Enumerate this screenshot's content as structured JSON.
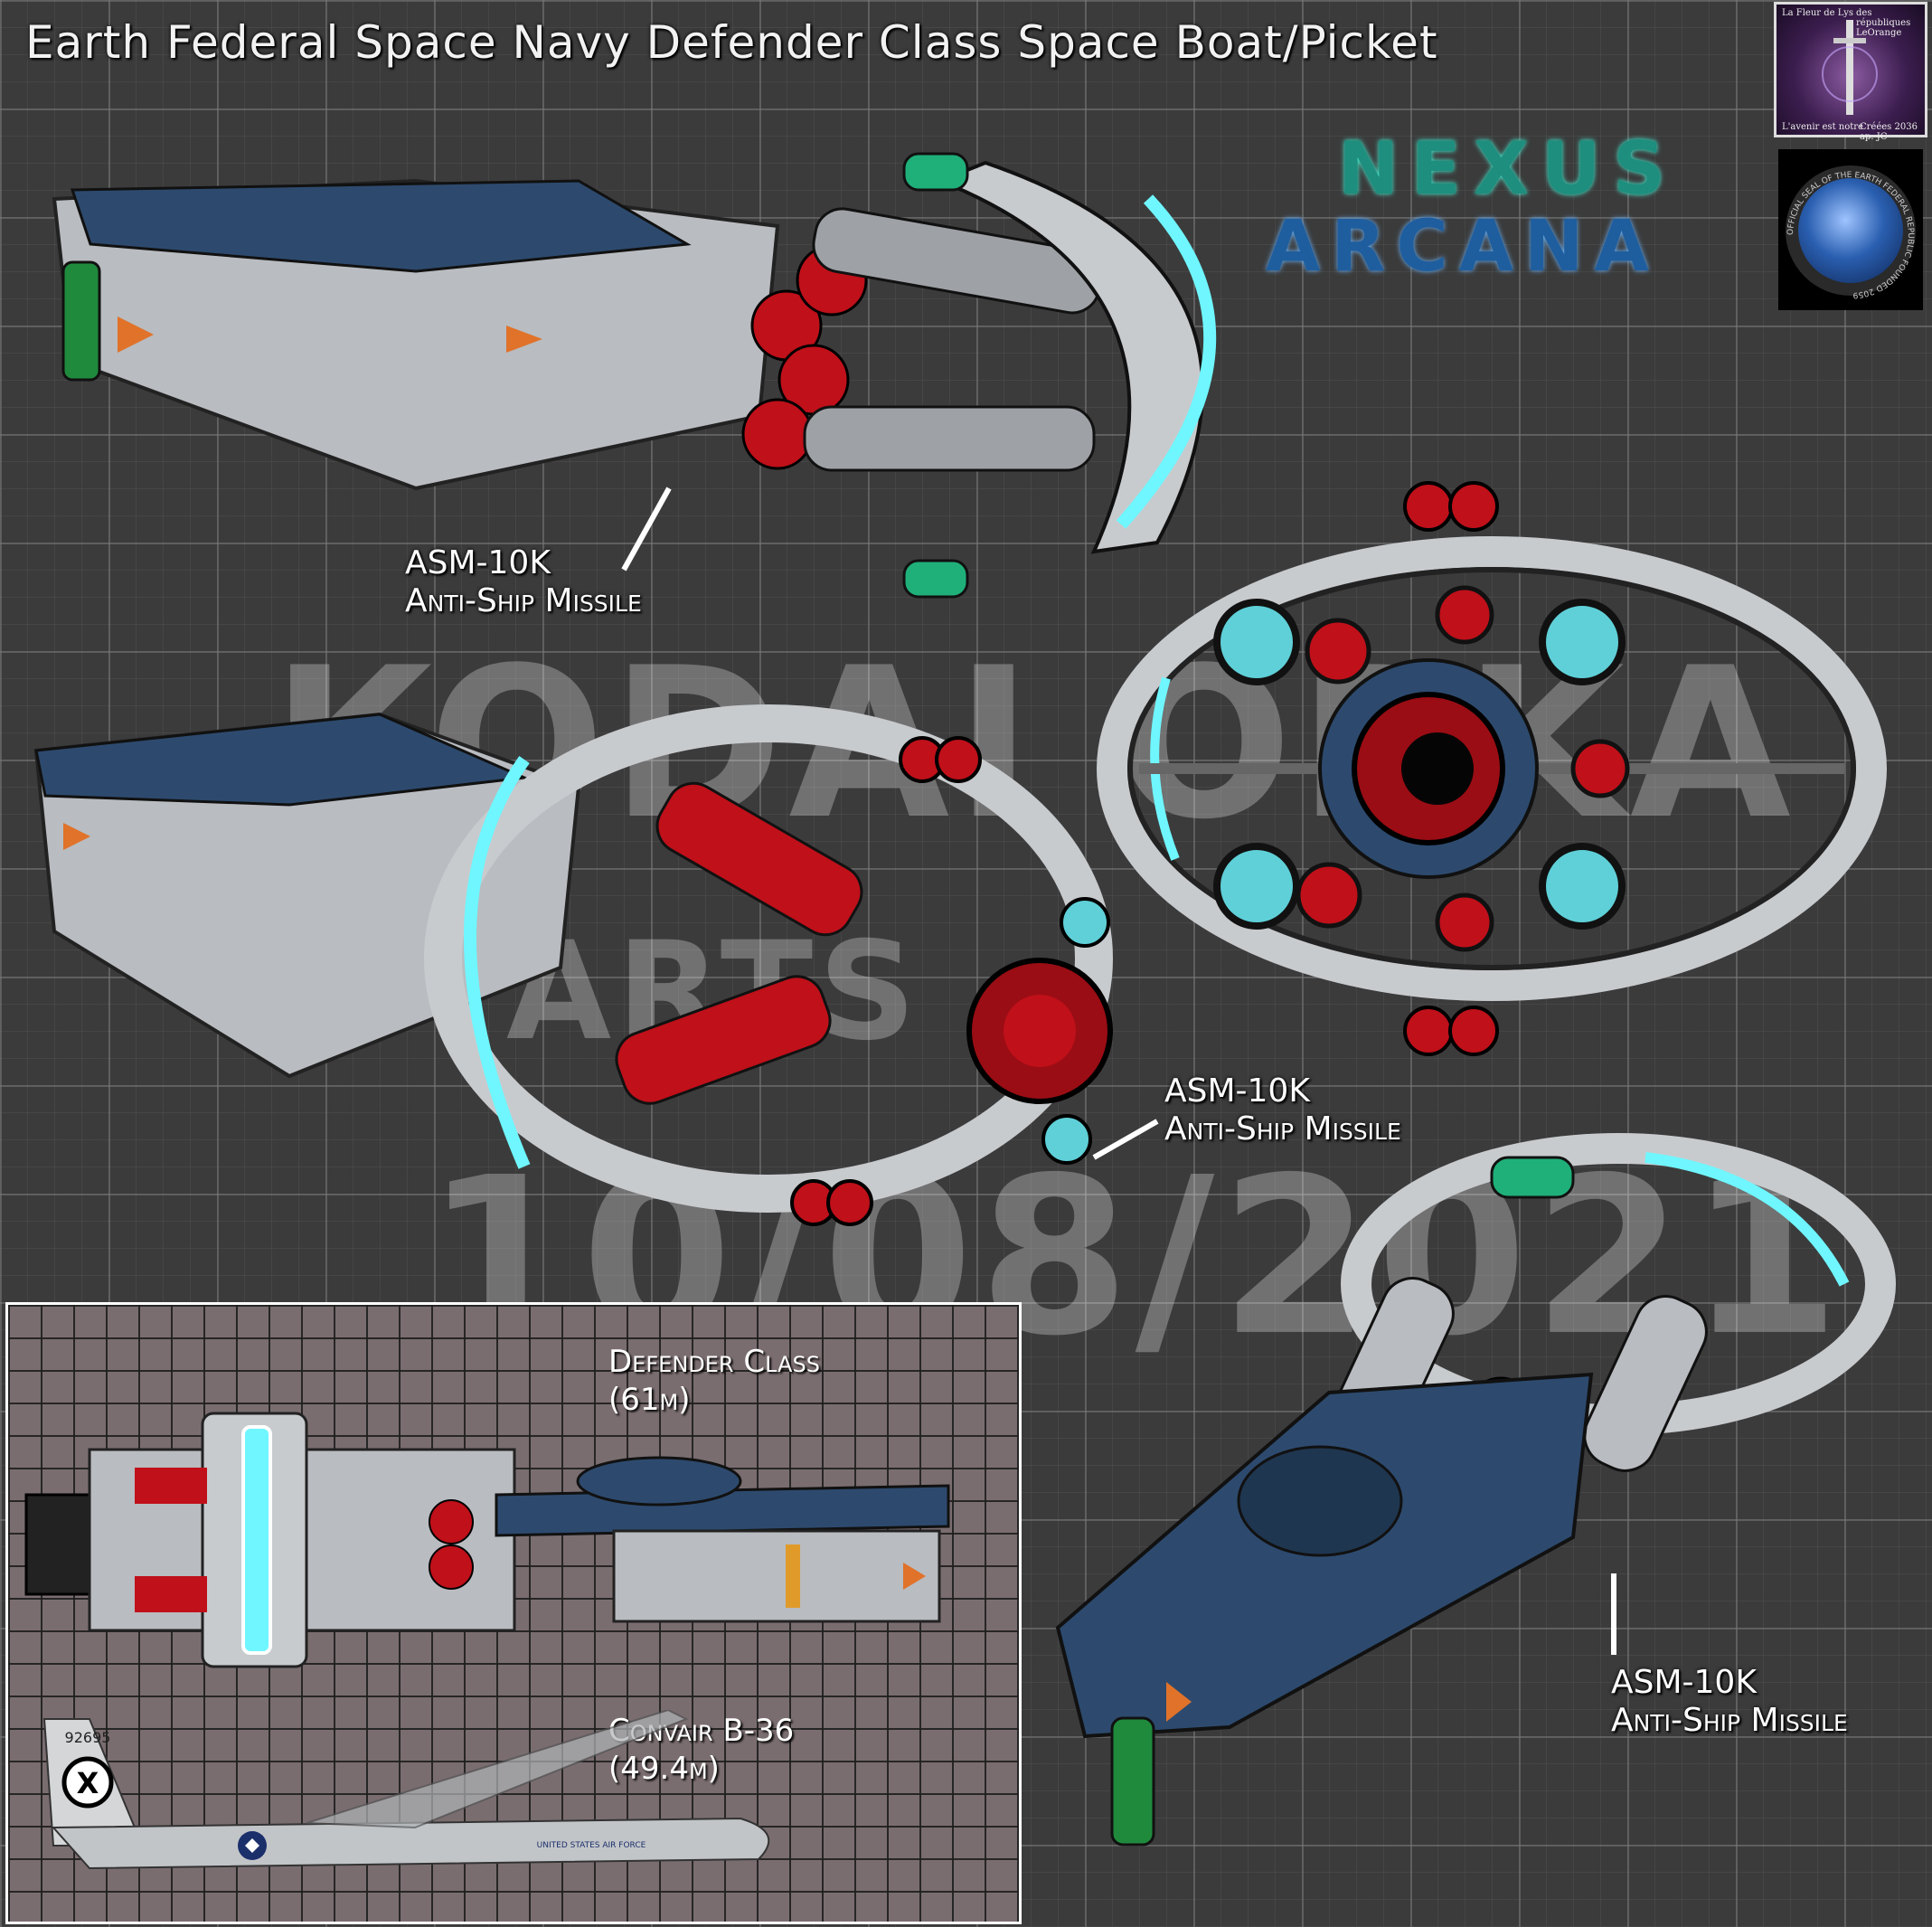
{
  "title": "Earth Federal Space Navy Defender Class Space Boat/Picket",
  "logos": {
    "nexus": "NEXUS",
    "arcana": "ARCANA",
    "fleur_top_left": "La Fleur de Lys",
    "fleur_top_right": "des républiques LeOrange",
    "fleur_bottom_left": "L'avenir est notre",
    "fleur_bottom_right": "Créées 2036 ap. JC",
    "seal_text": "OFFICIAL SEAL OF THE EARTH FEDERAL REPUBLIC FOUNDED 2059"
  },
  "watermark": {
    "line1": "KODAI ORKA",
    "line2": "ARTS",
    "line3": "10/08/2021"
  },
  "callouts": [
    {
      "line1": "ASM-10K",
      "line2": "Anti-Ship Missile"
    },
    {
      "line1": "ASM-10K",
      "line2": "Anti-Ship Missile"
    },
    {
      "line1": "ASM-10K",
      "line2": "Anti-Ship Missile"
    }
  ],
  "comparison": {
    "ship1_name": "Defender Class",
    "ship1_length": "(61m)",
    "ship2_name": "Convair B-36",
    "ship2_length": "(49.4m)",
    "tail_number": "92695",
    "fuselage_text": "UNITED STATES AIR FORCE",
    "tail_emblem": "X"
  },
  "colors": {
    "hull_blue": "#2d4a6e",
    "hull_grey": "#b9bcc0",
    "engine_red": "#c0101a",
    "ring_cyan": "#6ff6ff",
    "sensor_green": "#1fb07a"
  }
}
